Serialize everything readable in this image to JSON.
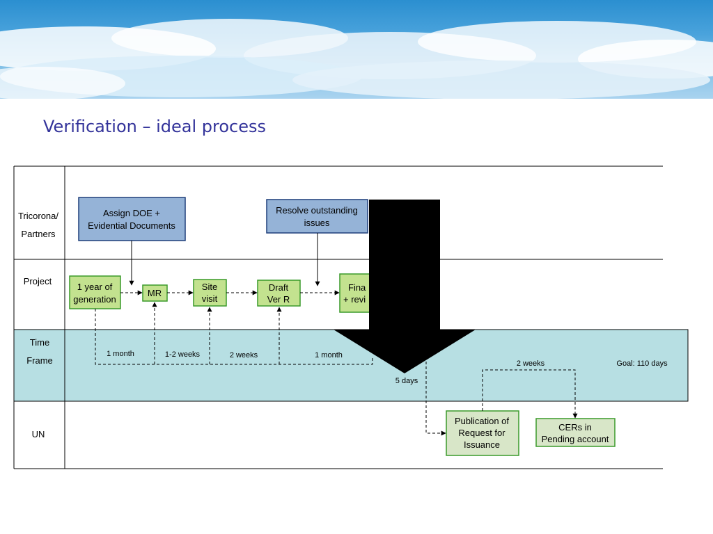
{
  "title": "Verification – ideal process",
  "lanes": {
    "partners_line1": "Tricorona/",
    "partners_line2": "Partners",
    "project": "Project",
    "timeframe_line1": "Time",
    "timeframe_line2": "Frame",
    "un": "UN"
  },
  "nodes": {
    "assign_doe_l1": "Assign DOE +",
    "assign_doe_l2": "Evidential Documents",
    "resolve_l1": "Resolve outstanding",
    "resolve_l2": "issues",
    "year_l1": "1 year of",
    "year_l2": "generation",
    "mr": "MR",
    "site_l1": "Site",
    "site_l2": "visit",
    "draft_l1": "Draft",
    "draft_l2": "Ver R",
    "final_l1": "Fina",
    "final_l2": "+ revi",
    "publication_l1": "Publication of",
    "publication_l2": "Request for",
    "publication_l3": "Issuance",
    "cers_l1": "CERs in",
    "cers_l2": "Pending account"
  },
  "durations": {
    "d1": "1 month",
    "d2": "1-2 weeks",
    "d3": "2 weeks",
    "d4": "1 month",
    "d5": "5 days",
    "d6": "2 weeks",
    "goal": "Goal: 110 days"
  },
  "colors": {
    "title": "#33339a",
    "blue_box": "#95b3d7",
    "blue_border": "#1f3f7a",
    "green_box": "#c3e28f",
    "green_border": "#3a9a2a",
    "pale_green_box": "#d8e6c8",
    "timeframe_band": "#b7dfe3"
  }
}
